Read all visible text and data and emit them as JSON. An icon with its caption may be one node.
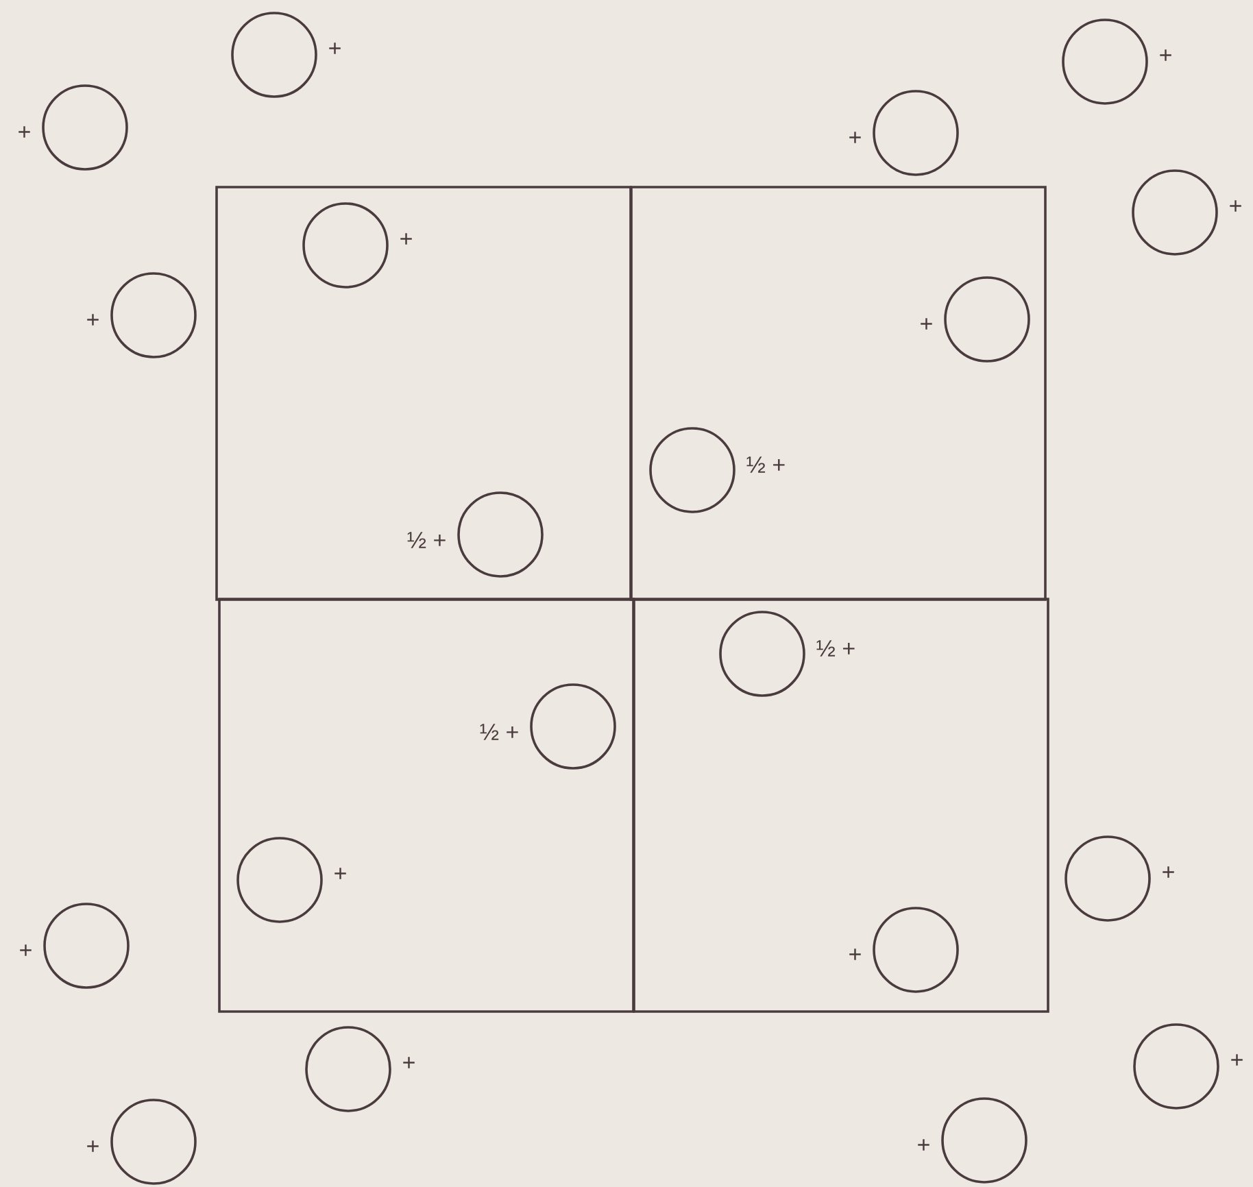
{
  "diagram": {
    "nodes": [
      {
        "text": [],
        "shape": "box"
      },
      {
        "text": [],
        "shape": "box"
      },
      {
        "text": [],
        "shape": "box"
      },
      {
        "text": [],
        "shape": "box"
      },
      {
        "text": [],
        "shape": "circle",
        "beside": [
          "+"
        ]
      },
      {
        "text": [],
        "shape": "circle",
        "beside": [
          "+"
        ]
      },
      {
        "text": [],
        "shape": "circle",
        "beside": [
          "+"
        ]
      },
      {
        "text": [],
        "shape": "circle",
        "beside": [
          "+"
        ]
      },
      {
        "text": [],
        "shape": "circle",
        "beside": [
          "+"
        ]
      },
      {
        "text": [],
        "shape": "circle",
        "beside": [
          "+"
        ],
        "in": 0
      },
      {
        "text": [],
        "shape": "circle",
        "beside": [
          "+"
        ]
      },
      {
        "text": [],
        "shape": "circle",
        "beside": [
          "+"
        ],
        "in": 1
      },
      {
        "text": [],
        "shape": "circle",
        "beside": [
          "½ +"
        ],
        "in": 1
      },
      {
        "text": [],
        "shape": "circle",
        "beside": [
          "½ +"
        ],
        "in": 0
      },
      {
        "text": [],
        "shape": "circle",
        "beside": [
          "½ +"
        ],
        "in": 3
      },
      {
        "text": [],
        "shape": "circle",
        "beside": [
          "½ +"
        ],
        "in": 2
      },
      {
        "text": [],
        "shape": "circle",
        "beside": [
          "+"
        ]
      },
      {
        "text": [],
        "shape": "circle",
        "beside": [
          "+"
        ],
        "in": 2
      },
      {
        "text": [],
        "shape": "circle",
        "beside": [
          "+"
        ]
      },
      {
        "text": [],
        "shape": "circle",
        "beside": [
          "+"
        ],
        "in": 3
      },
      {
        "text": [],
        "shape": "circle",
        "beside": [
          "+"
        ]
      },
      {
        "text": [],
        "shape": "circle",
        "beside": [
          "+"
        ]
      },
      {
        "text": [],
        "shape": "circle",
        "beside": [
          "+"
        ]
      },
      {
        "text": [],
        "shape": "circle",
        "beside": [
          "+"
        ]
      }
    ]
  }
}
